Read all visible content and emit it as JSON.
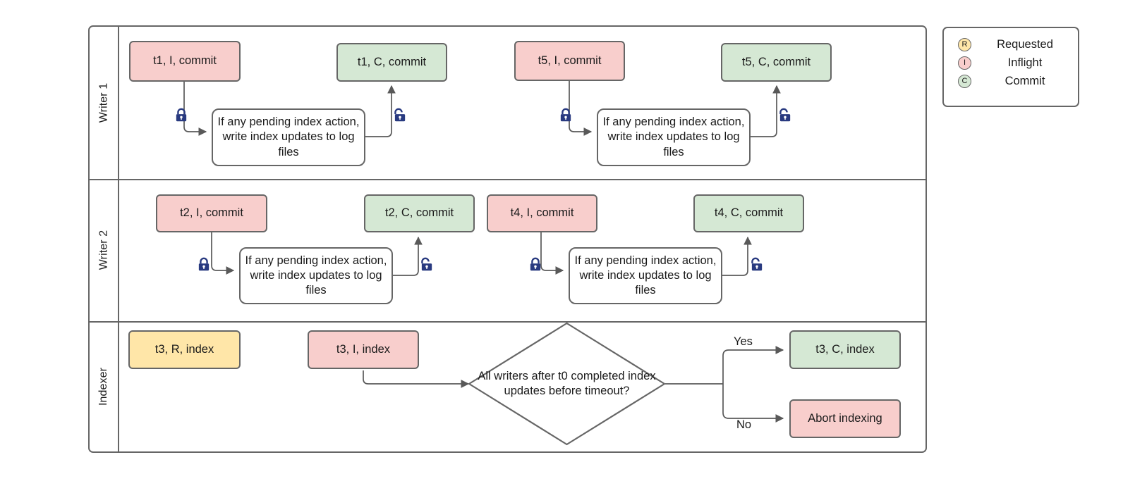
{
  "diagram": {
    "title": "Writer / Indexer swimlane flow",
    "colors": {
      "inflight": "#f8cecc",
      "commit": "#d5e8d4",
      "requested": "#ffe6a8",
      "stroke": "#666666",
      "lock": "#293a80",
      "text": "#1a1a1a",
      "background": "#ffffff"
    },
    "lanes": [
      {
        "id": "writer1",
        "label": "Writer 1"
      },
      {
        "id": "writer2",
        "label": "Writer 2"
      },
      {
        "id": "indexer",
        "label": "Indexer"
      }
    ],
    "note_text": "If any pending index action, write index updates to log files",
    "nodes": {
      "w1_t1_i": "t1, I, commit",
      "w1_note": "If any pending index action, write index updates to log files",
      "w1_t1_c": "t1, C, commit",
      "w1_t5_i": "t5, I, commit",
      "w1_note2": "If any pending index action, write index updates to log files",
      "w1_t5_c": "t5, C, commit",
      "w2_t2_i": "t2, I, commit",
      "w2_note": "If any pending index action, write index updates to log files",
      "w2_t2_c": "t2, C, commit",
      "w2_t4_i": "t4, I, commit",
      "w2_note2": "If any pending index action, write index updates to log files",
      "w2_t4_c": "t4, C, commit",
      "ix_t3_r": "t3, R, index",
      "ix_t3_i": "t3, I, index",
      "ix_decision": "All writers after t0 completed index updates before timeout?",
      "ix_t3_c": "t3, C, index",
      "ix_abort": "Abort indexing"
    },
    "edge_labels": {
      "yes": "Yes",
      "no": "No"
    },
    "lock_icons": {
      "locked": "lock-closed-icon",
      "unlocked": "lock-open-icon"
    },
    "legend": {
      "items": [
        {
          "symbol": "R",
          "label": "Requested",
          "state": "r"
        },
        {
          "symbol": "I",
          "label": "Inflight",
          "state": "i"
        },
        {
          "symbol": "C",
          "label": "Commit",
          "state": "c"
        }
      ]
    }
  }
}
